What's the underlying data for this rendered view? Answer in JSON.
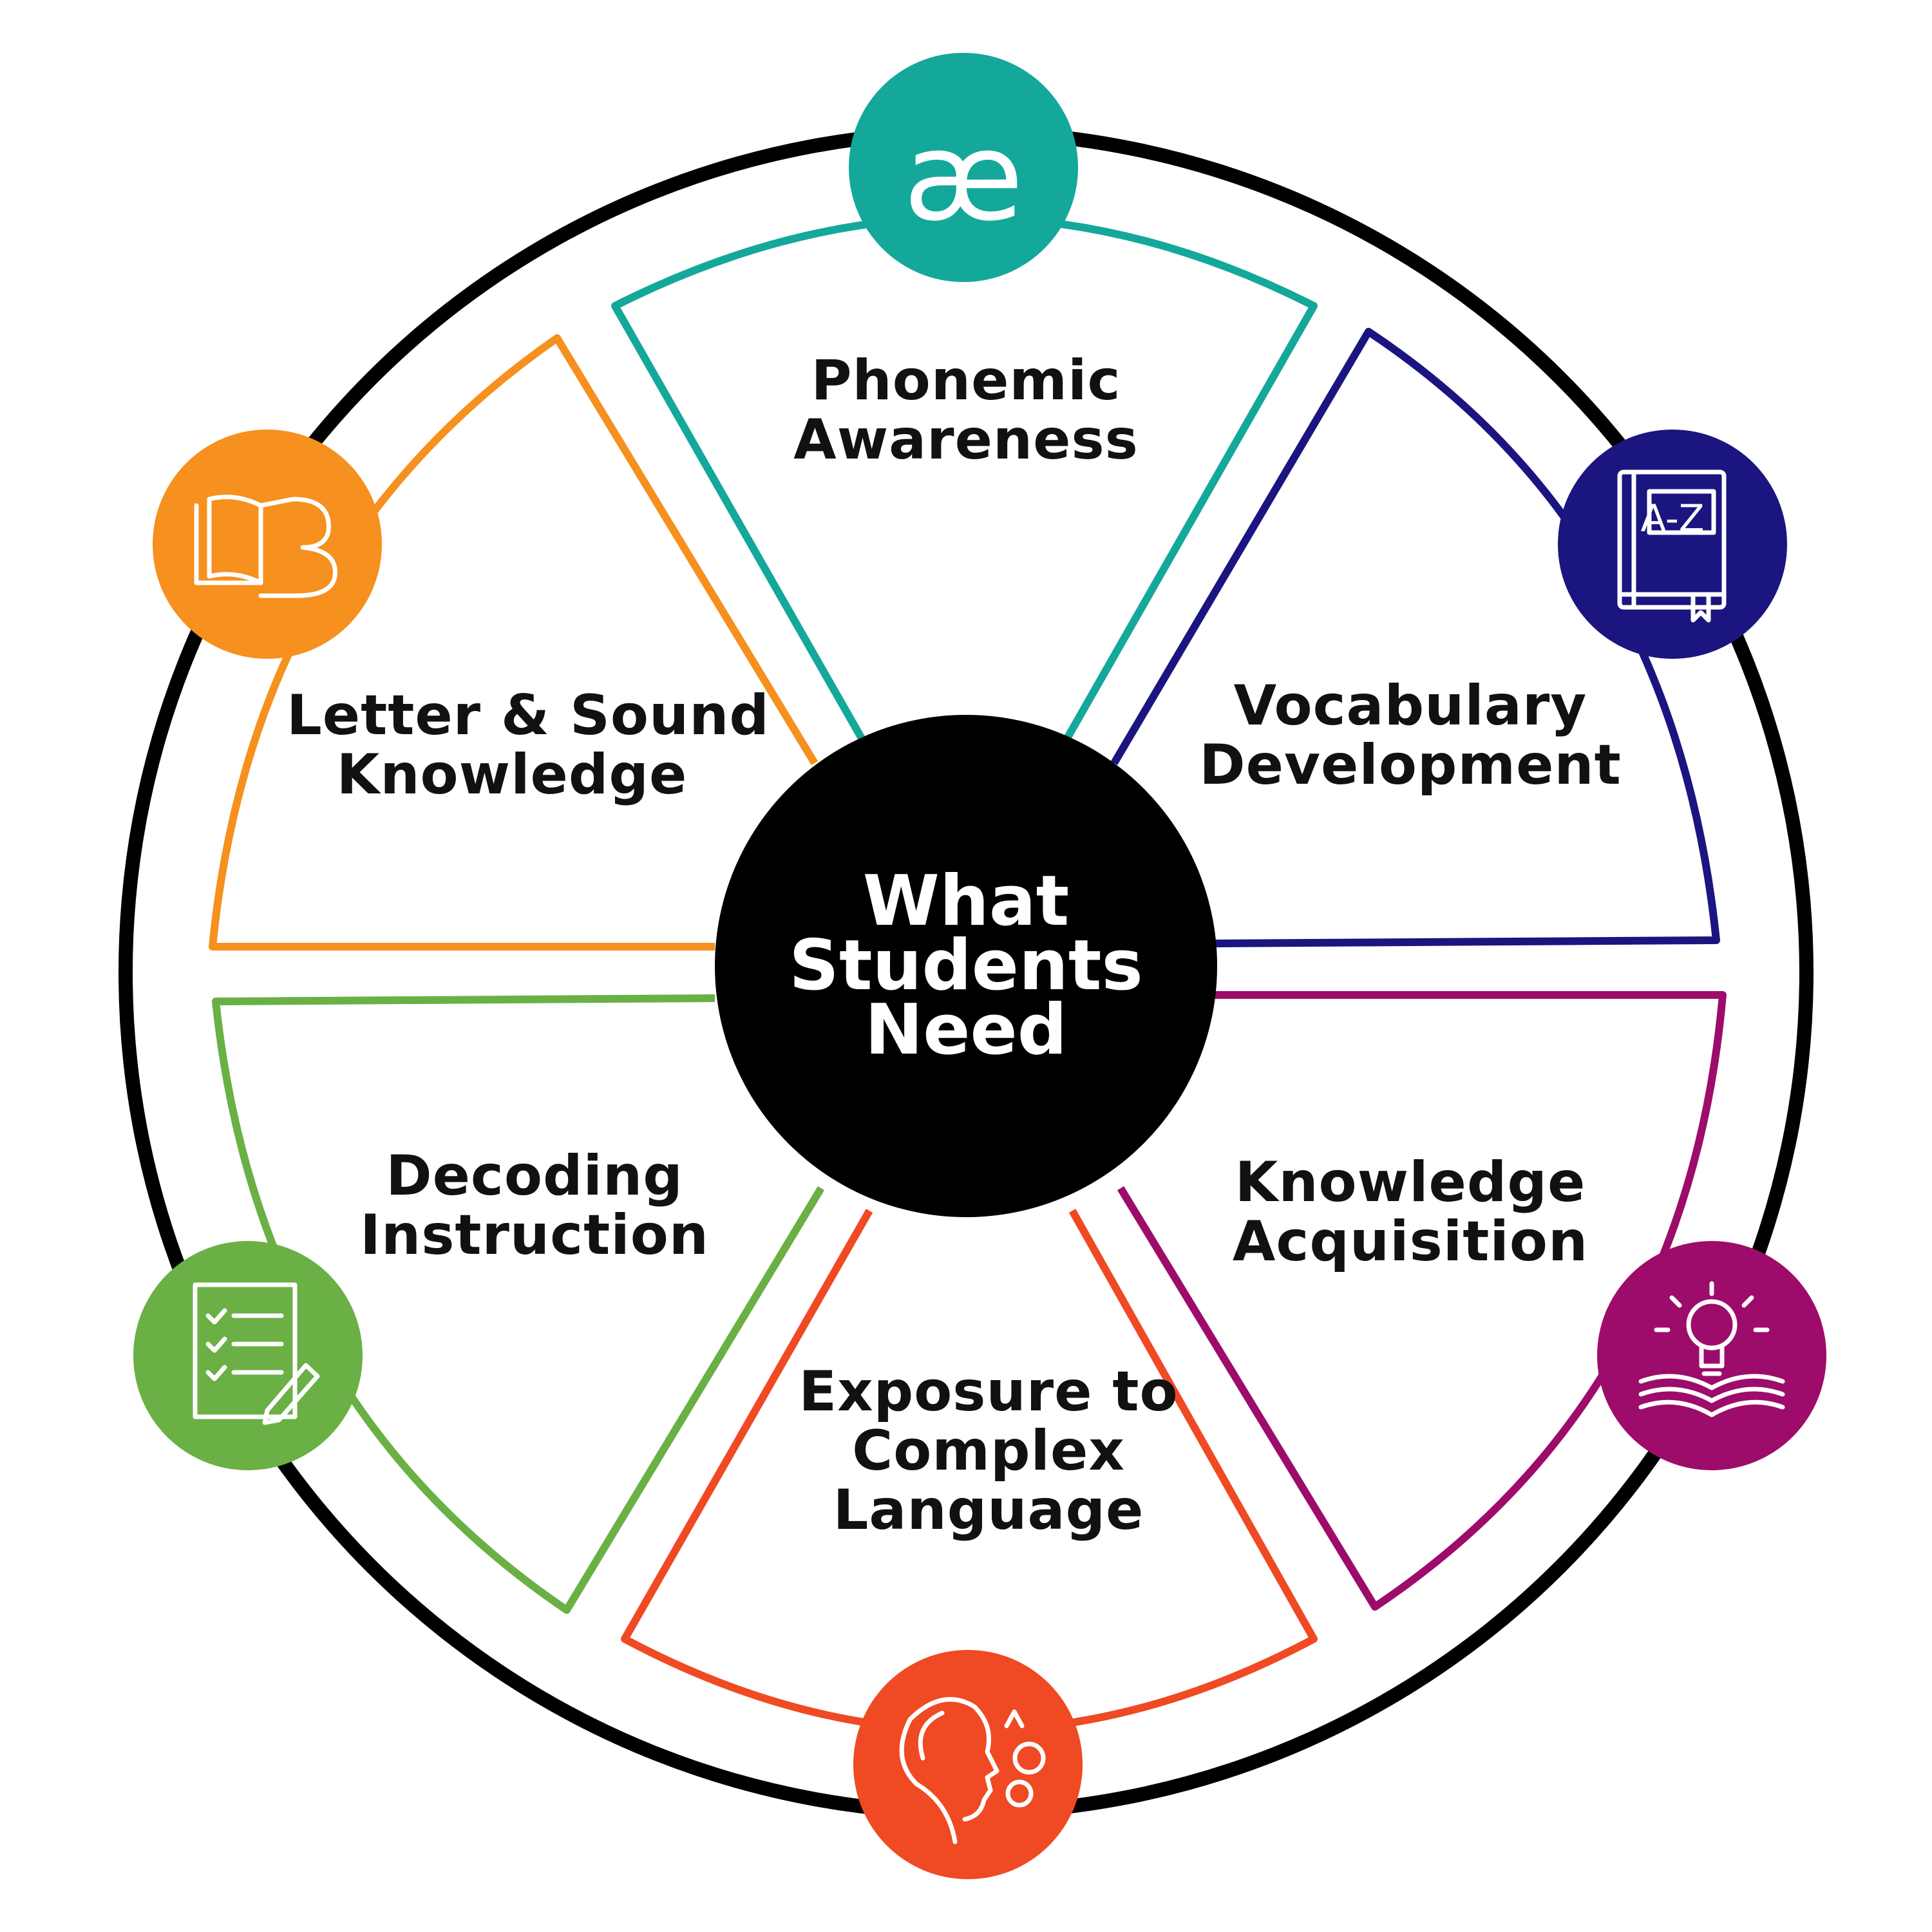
{
  "center": {
    "lines": [
      "What",
      "Students",
      "Need"
    ]
  },
  "segments": [
    {
      "id": "phonemic-awareness",
      "lines": [
        "Phonemic",
        "Awareness"
      ],
      "color": "#14a89b",
      "icon": "ae-ligature-icon",
      "glyph": "æ"
    },
    {
      "id": "vocabulary-development",
      "lines": [
        "Vocabulary",
        "Development"
      ],
      "color": "#1b1580",
      "icon": "dictionary-book-icon",
      "glyph": "A-Z"
    },
    {
      "id": "knowledge-acquisition",
      "lines": [
        "Knowledge",
        "Acquisition"
      ],
      "color": "#9d0c6a",
      "icon": "lightbulb-open-book-icon"
    },
    {
      "id": "exposure-to-complex-language",
      "lines": [
        "Exposure to",
        "Complex",
        "Language"
      ],
      "color": "#ef4a23",
      "icon": "speaking-head-icon"
    },
    {
      "id": "decoding-instruction",
      "lines": [
        "Decoding",
        "Instruction"
      ],
      "color": "#6ab045",
      "icon": "checklist-pencil-icon"
    },
    {
      "id": "letter-sound-knowledge",
      "lines": [
        "Letter & Sound",
        "Knowledge"
      ],
      "color": "#f6901e",
      "icon": "open-book-letter-b-icon"
    }
  ],
  "colors": {
    "ring": "#000000",
    "center": "#000000",
    "text": "#111111",
    "icon_glyph": "#ffffff"
  }
}
